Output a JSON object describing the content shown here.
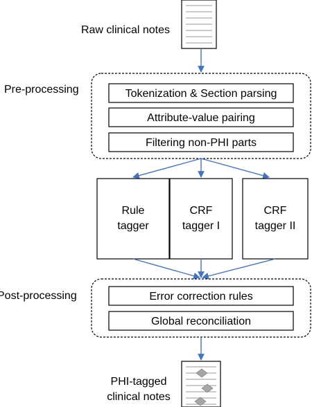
{
  "input_document": {
    "label": "Raw clinical notes"
  },
  "preprocessing": {
    "label": "Pre-processing",
    "steps": [
      "Tokenization & Section parsing",
      "Attribute-value pairing",
      "Filtering non-PHI parts"
    ]
  },
  "taggers": [
    {
      "line1": "Rule",
      "line2": "tagger"
    },
    {
      "line1": "CRF",
      "line2": "tagger I"
    },
    {
      "line1": "CRF",
      "line2": "tagger II"
    }
  ],
  "postprocessing": {
    "label": "Post-processing",
    "steps": [
      "Error correction rules",
      "Global reconciliation"
    ]
  },
  "output_document": {
    "line1": "PHI-tagged",
    "line2": "clinical notes"
  },
  "colors": {
    "arrow": "#4472c4",
    "doc_line": "#9a9a9a",
    "marker": "#a6a6a6"
  }
}
